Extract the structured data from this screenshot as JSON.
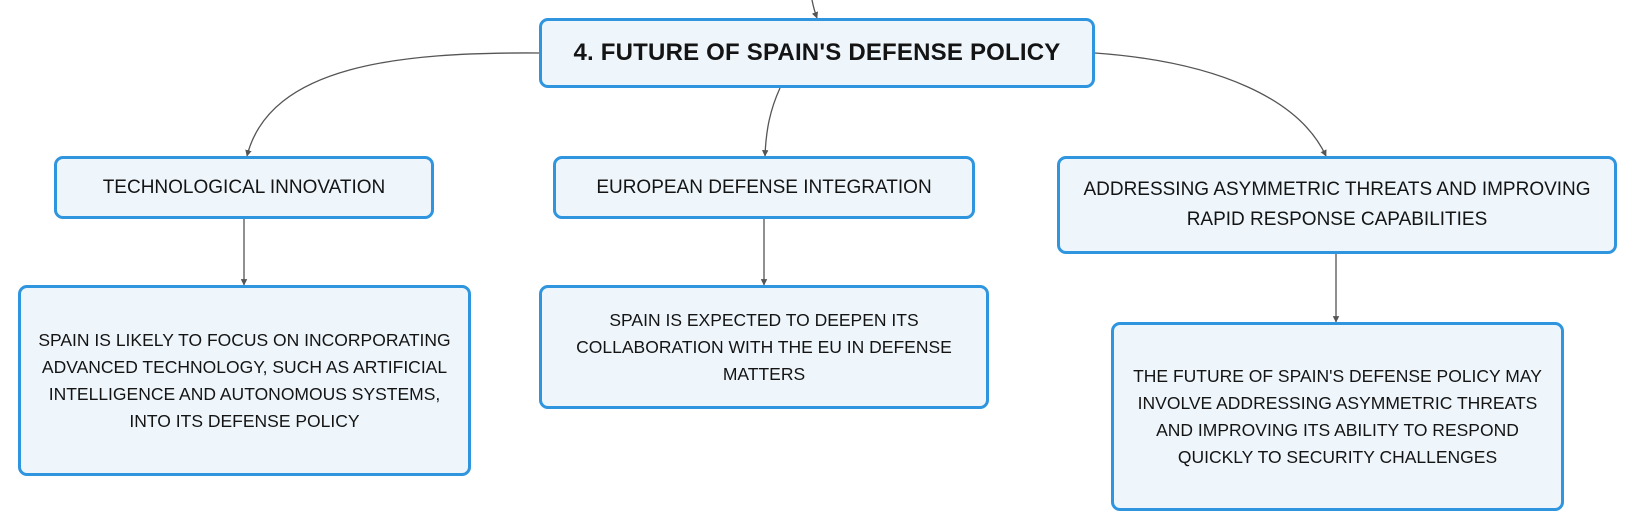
{
  "colors": {
    "node_border": "#2e95de",
    "node_fill": "#eef6fc",
    "connector": "#555555",
    "text": "#141414"
  },
  "diagram": {
    "root": {
      "label": "4. FUTURE OF SPAIN'S DEFENSE POLICY"
    },
    "branches": [
      {
        "label": "TECHNOLOGICAL INNOVATION",
        "detail": "SPAIN IS LIKELY TO FOCUS ON INCORPORATING ADVANCED TECHNOLOGY, SUCH AS ARTIFICIAL INTELLIGENCE AND AUTONOMOUS SYSTEMS, INTO ITS DEFENSE POLICY"
      },
      {
        "label": "EUROPEAN DEFENSE INTEGRATION",
        "detail": "SPAIN IS EXPECTED TO DEEPEN ITS COLLABORATION WITH THE EU IN DEFENSE MATTERS"
      },
      {
        "label": "ADDRESSING ASYMMETRIC THREATS AND IMPROVING RAPID RESPONSE CAPABILITIES",
        "detail": "THE FUTURE OF SPAIN'S DEFENSE POLICY MAY INVOLVE ADDRESSING ASYMMETRIC THREATS AND IMPROVING ITS ABILITY TO RESPOND QUICKLY TO SECURITY CHALLENGES"
      }
    ]
  }
}
